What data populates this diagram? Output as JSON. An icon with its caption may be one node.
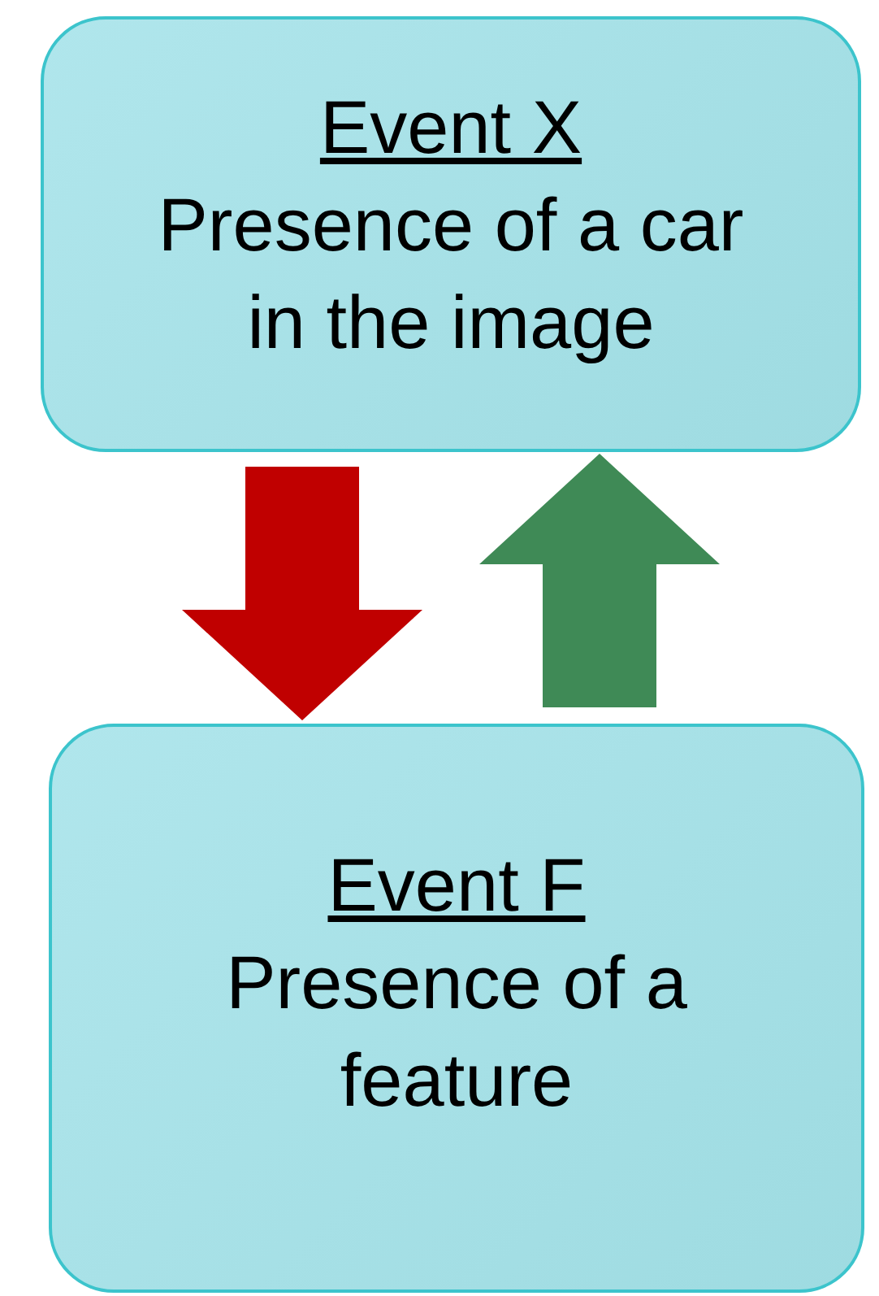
{
  "diagram": {
    "nodes": [
      {
        "text": [
          "Event X",
          "Presence of a car in the image"
        ]
      },
      {
        "text": [
          "Event F",
          "Presence of a feature"
        ]
      }
    ],
    "edges": [
      {
        "from": 0,
        "to": 1,
        "arrow": "to",
        "style": "thick",
        "color": "#c00000"
      },
      {
        "from": 1,
        "to": 0,
        "arrow": "to",
        "style": "thick",
        "color": "#3f8a56"
      }
    ]
  }
}
